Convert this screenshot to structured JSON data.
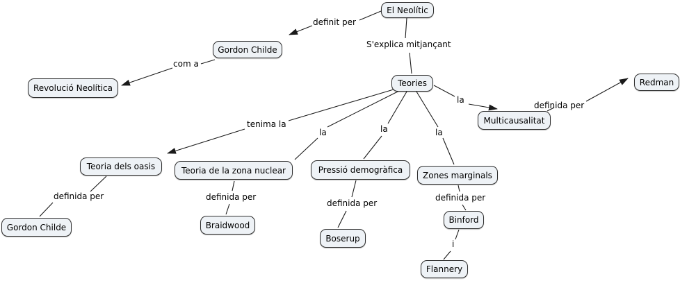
{
  "diagram": {
    "type": "concept-map",
    "root_concept": "El Neolític",
    "background": "#ffffff",
    "node_fill": "#eef2f6",
    "node_border": "#2e2e2e",
    "line_color": "#1a1a1a"
  },
  "nodes": {
    "el_neolitic": {
      "label": "El Neolític"
    },
    "gordon_childe_top": {
      "label": "Gordon Childe"
    },
    "revolucio_neolitica": {
      "label": "Revolució Neolítica"
    },
    "teories": {
      "label": "Teories"
    },
    "multicausalitat": {
      "label": "Multicausalitat"
    },
    "redman": {
      "label": "Redman"
    },
    "teoria_dels_oasis": {
      "label": "Teoria dels oasis"
    },
    "teoria_zona_nuclear": {
      "label": "Teoria de la zona nuclear"
    },
    "pressio_demografica": {
      "label": "Pressió demogràfica"
    },
    "zones_marginals": {
      "label": "Zones marginals"
    },
    "gordon_childe_bottom": {
      "label": "Gordon Childe"
    },
    "braidwood": {
      "label": "Braidwood"
    },
    "boserup": {
      "label": "Boserup"
    },
    "binford": {
      "label": "Binford"
    },
    "flannery": {
      "label": "Flannery"
    }
  },
  "edge_labels": {
    "definit_per": "definit per",
    "sexplica_mitjancant": "S'explica mitjançant",
    "com_a": "com a",
    "la_multicausalitat": "la",
    "definida_per_redman": "definida per",
    "tenima_la": "tenima la",
    "la_zona_nuclear": "la",
    "la_pressio": "la",
    "la_zones_marginals": "la",
    "definida_per_gordon": "definida per",
    "definida_per_braidwood": "definida per",
    "definida_per_boserup": "definida per",
    "definida_per_binford": "definida per",
    "i_flannery": "i"
  }
}
